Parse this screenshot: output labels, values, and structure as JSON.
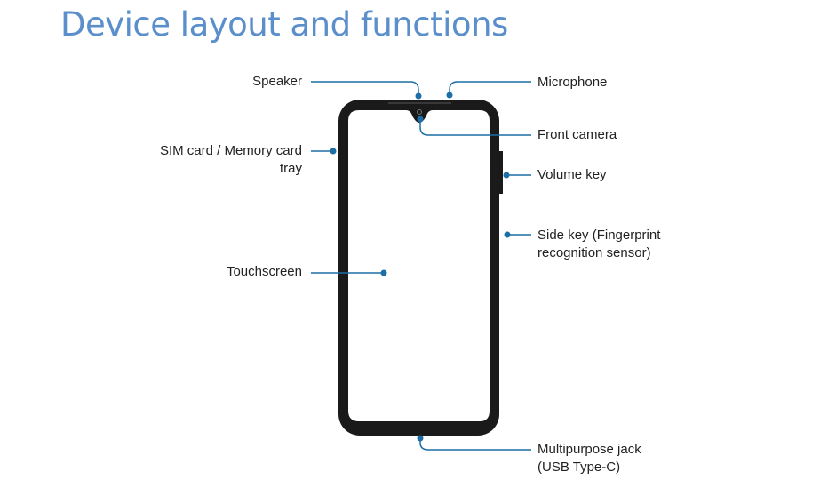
{
  "title": "Device layout and functions",
  "labels": {
    "speaker": "Speaker",
    "microphone": "Microphone",
    "front_camera": "Front camera",
    "sim_tray_line1": "SIM card / Memory card",
    "sim_tray_line2": "tray",
    "volume_key": "Volume key",
    "side_key_line1": "Side key (Fingerprint",
    "side_key_line2": "recognition sensor)",
    "touchscreen": "Touchscreen",
    "jack_line1": "Multipurpose jack",
    "jack_line2": "(USB Type-C)"
  },
  "colors": {
    "accent": "#1b6ea6",
    "title": "#5a8fcc",
    "device": "#1a1a1a"
  }
}
